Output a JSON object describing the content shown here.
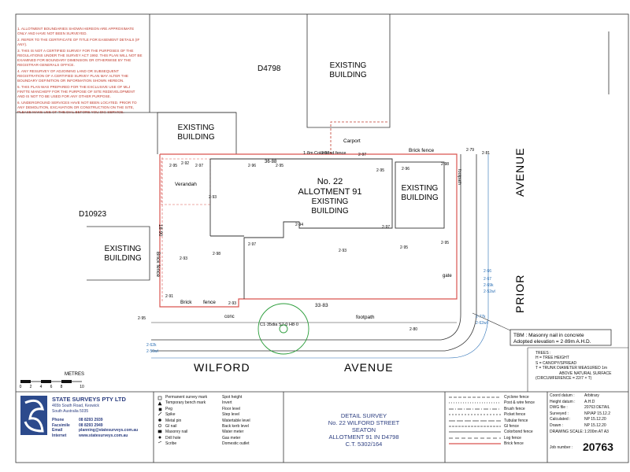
{
  "notes": [
    "1. ALLOTMENT BOUNDARIES SHOWN HEREON ARE APPROXIMATE ONLY AND HAVE NOT BEEN SURVEYED.",
    "2. REFER TO THE CERTIFICATE OF TITLE FOR EASEMENT DETAILS (IF ANY).",
    "3. THIS IS NOT A CERTIFIED SURVEY FOR THE PURPOSES OF THE REGULATIONS UNDER THE SURVEY ACT 1992. THIS PLAN WILL NOT BE EXAMINED FOR BOUNDARY DIMENSION OR OTHERWISE BY THE REGISTRAR-GENERALS OFFICE.",
    "4. ANY RESURVEY OF ADJOINING LAND OR SUBSEQUENT REGISTRATION OF A CERTIFIED SURVEY PLAN MAY ALTER THE BOUNDARY DEFINITION OR INFORMATION SHOWN HEREON.",
    "5. THIS PLAN WAS PREPARED FOR THE EXCLUSIVE USE OF MLJ FINTTE MANCHEFF FOR THE PURPOSE OF SITE REDEVELOPMENT AND IS NOT TO BE USED FOR ANY OTHER PURPOSE.",
    "6. UNDERGROUND SERVICES HAVE NOT BEEN LOCATED. PRIOR TO ANY DEMOLITION, EXCAVATION OR CONSTRUCTION ON THE SITE, PLEASE MAKE USE OF THE DIAL BEFORE YOU DIG SERVICE."
  ],
  "plan": {
    "d4798": "D4798",
    "d10923": "D10923",
    "existing_top": [
      "EXISTING",
      "BUILDING"
    ],
    "existing_tl": [
      "EXISTING",
      "BUILDING"
    ],
    "existing_left": [
      "EXISTING",
      "BUILDING"
    ],
    "existing_right": [
      "EXISTING",
      "BUILDING"
    ],
    "main": [
      "No. 22",
      "ALLOTMENT 91",
      "EXISTING",
      "BUILDING"
    ],
    "carport": "Carport",
    "verandah": "Verandah",
    "brick_fence_top": "Brick fence",
    "brick_fence_bottom": "Brick",
    "fence_word": "fence",
    "brick_fence_left": "Brick fence",
    "colorbond": "1·8m Colorbond fence",
    "footpath_right": "footpath",
    "footpath_bottom": "footpath",
    "conc": "conc",
    "gate": "gate",
    "dim_bottom": "33·83",
    "dim_top": "36·88",
    "dim_left": "18·90",
    "tree": "C1·35dia  S7·0  H8·0",
    "tbm": [
      "TBM : Masonry nail in concrete",
      "Adopted elevation = 2·89m A.H.D."
    ],
    "wilford": "WILFORD",
    "avenue_bottom": "AVENUE",
    "prior": "PRIOR",
    "avenue_right": "AVENUE",
    "levels": [
      "2·95",
      "2·97",
      "2·96",
      "2·92",
      "2·98",
      "2·94",
      "2·93",
      "2·97",
      "2·95",
      "2·91",
      "2·93",
      "2·97",
      "2·95",
      "2·96",
      "2·93",
      "2·98",
      "2·95",
      "2·97",
      "2·93",
      "2·95",
      "2·97"
    ],
    "spots": [
      "2·66",
      "2·67",
      "2·69k",
      "2·52wl",
      "2·77k",
      "2·62wl",
      "2·62k",
      "2·50wl",
      "2·79",
      "2·81",
      "2·80",
      "2·95"
    ]
  },
  "scale": {
    "label": "METRES",
    "ticks": [
      "0",
      "2",
      "4",
      "6",
      "8",
      "10"
    ]
  },
  "trees_legend": [
    "TREES :",
    "H = TREE HEIGHT",
    "S = CANOPY/SPREAD",
    "T = TRUNK DIAMETER MEASURED 1m",
    "ABOVE NATURAL SURFACE",
    "(CIRCUMFERENCE = 22/7 × T)"
  ],
  "company": {
    "name": "STATE SURVEYS PTY LTD",
    "address": [
      "465b South Road, Keswick",
      "South Australia 5035"
    ],
    "contacts": [
      {
        "k": "Phone",
        "v": "08 8293 2939"
      },
      {
        "k": "Facsimile",
        "v": "08 8293 2949"
      },
      {
        "k": "Email",
        "v": "planning@statesurveys.com.au"
      },
      {
        "k": "Internet",
        "v": "www.statesurveys.com.au"
      }
    ]
  },
  "legend_left": [
    "Permanent survey mark",
    "Temporary bench mark",
    "Peg",
    "Spike",
    "Metal pin",
    "GI nail",
    "Masonry nail",
    "Drill hole",
    "Scribe"
  ],
  "legend_right": [
    "Spot height",
    "Invert",
    "Floor level",
    "Step level",
    "Watertable level",
    "Back kerb level",
    "Water meter",
    "Gas meter",
    "Domestic outlet"
  ],
  "title": [
    "DETAIL SURVEY",
    "No. 22 WILFORD STREET",
    "SEATON",
    "ALLOTMENT 91 IN D4798",
    "C.T. 5302/164"
  ],
  "fence_legend": [
    "Cyclone fence",
    "Post & wire fence",
    "Brush fence",
    "Picket fence",
    "Tubular fence",
    "GI fence",
    "Colorbond fence",
    "Log fence",
    "Brick fence"
  ],
  "info": [
    {
      "k": "Coord datum :",
      "v": "Arbitrary"
    },
    {
      "k": "Height datum :",
      "v": "A.H.D"
    },
    {
      "k": "DWG file :",
      "v": "20763 DETAIL"
    },
    {
      "k": "Surveyed :",
      "v": "NP/AP 15.12.2"
    },
    {
      "k": "Calculated :",
      "v": "NP 15.12.20"
    },
    {
      "k": "Drawn :",
      "v": "NP 15.12.20"
    },
    {
      "k": "DRAWING SCALE:",
      "v": "1:200m AT A3"
    }
  ],
  "job_label": "Job number :",
  "job_no": "20763",
  "colors": {
    "boundary": "#d9534f",
    "service": "#2a6fb5",
    "tree": "#2a9d3a",
    "company": "#2c3e80"
  }
}
